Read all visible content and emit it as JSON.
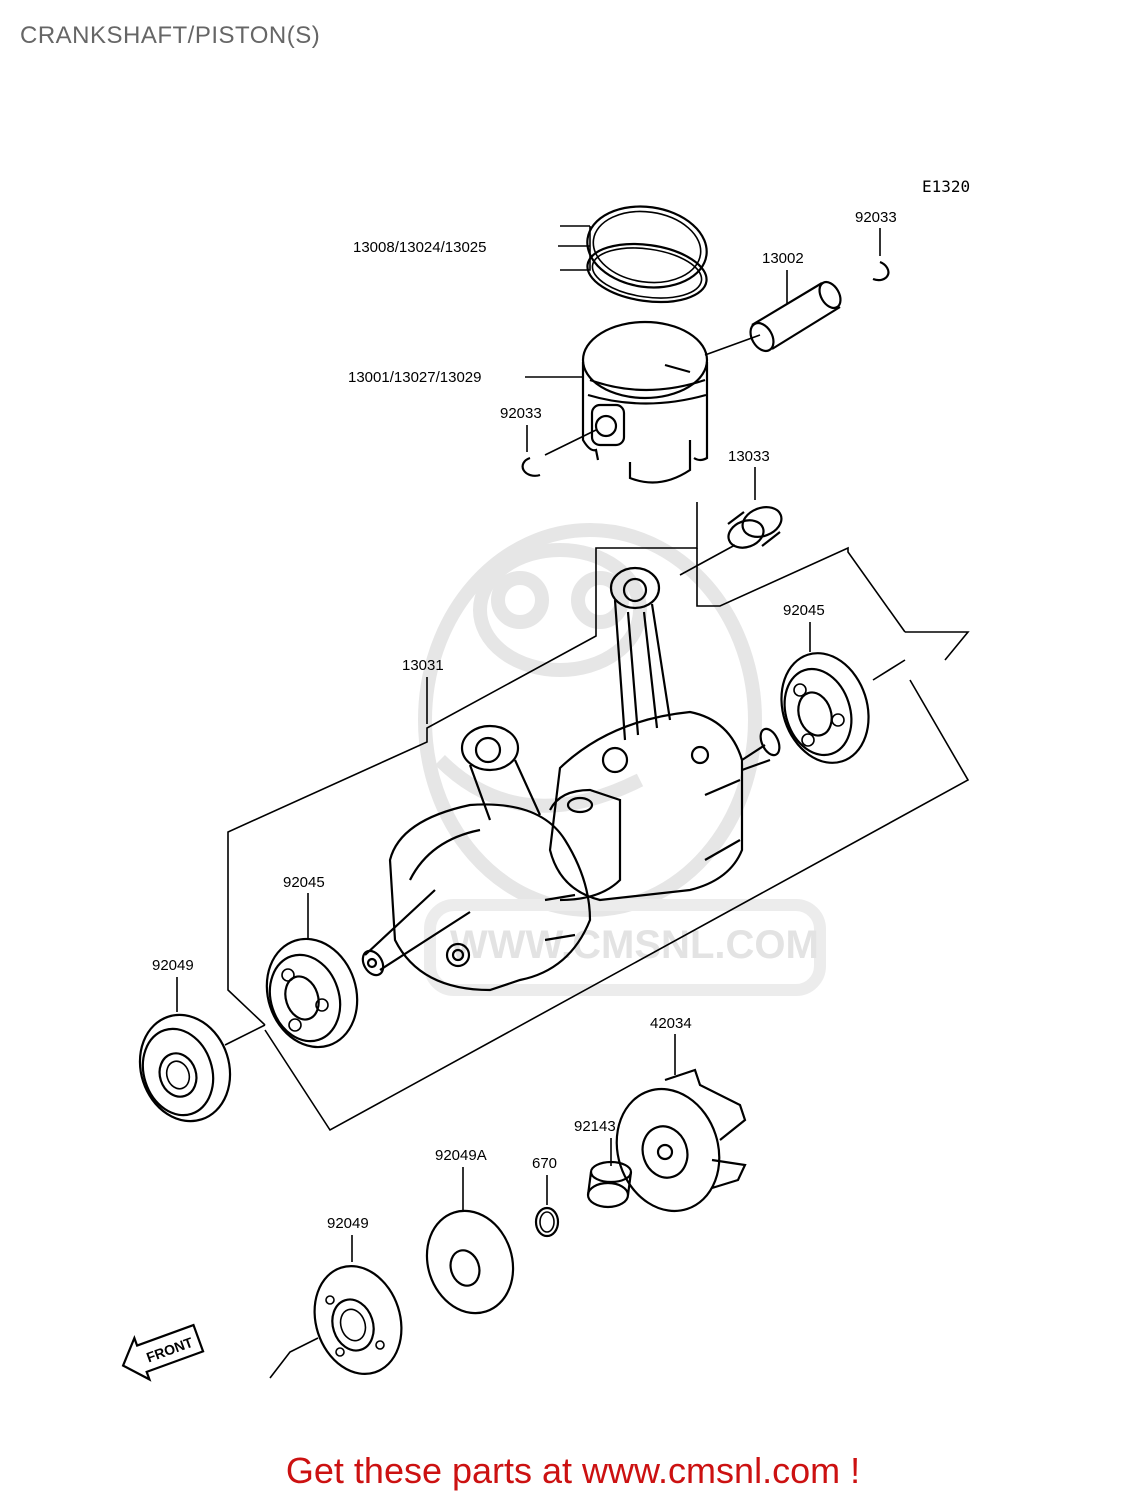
{
  "page": {
    "title": "CRANKSHAFT/PISTON(S)",
    "diagram_code": "E1320",
    "footer": "Get these parts at www.cmsnl.com !",
    "watermark": "WWW.CMSNL.COM",
    "front_arrow": "FRONT"
  },
  "parts": {
    "rings": "13008/13024/13025",
    "pin_clip_top": "92033",
    "pin": "13002",
    "piston": "13001/13027/13029",
    "pin_clip_left": "92033",
    "needle_bearing": "13033",
    "crankshaft": "13031",
    "bearing_right": "92045",
    "bearing_left": "92045",
    "seal_left": "92049",
    "impeller": "42034",
    "collar": "92143",
    "seal_a": "92049A",
    "oring": "670",
    "seal_bottom": "92049"
  },
  "colors": {
    "title": "#666666",
    "footer": "#cc1111",
    "watermark": "#e3e3e3",
    "line": "#000000"
  }
}
